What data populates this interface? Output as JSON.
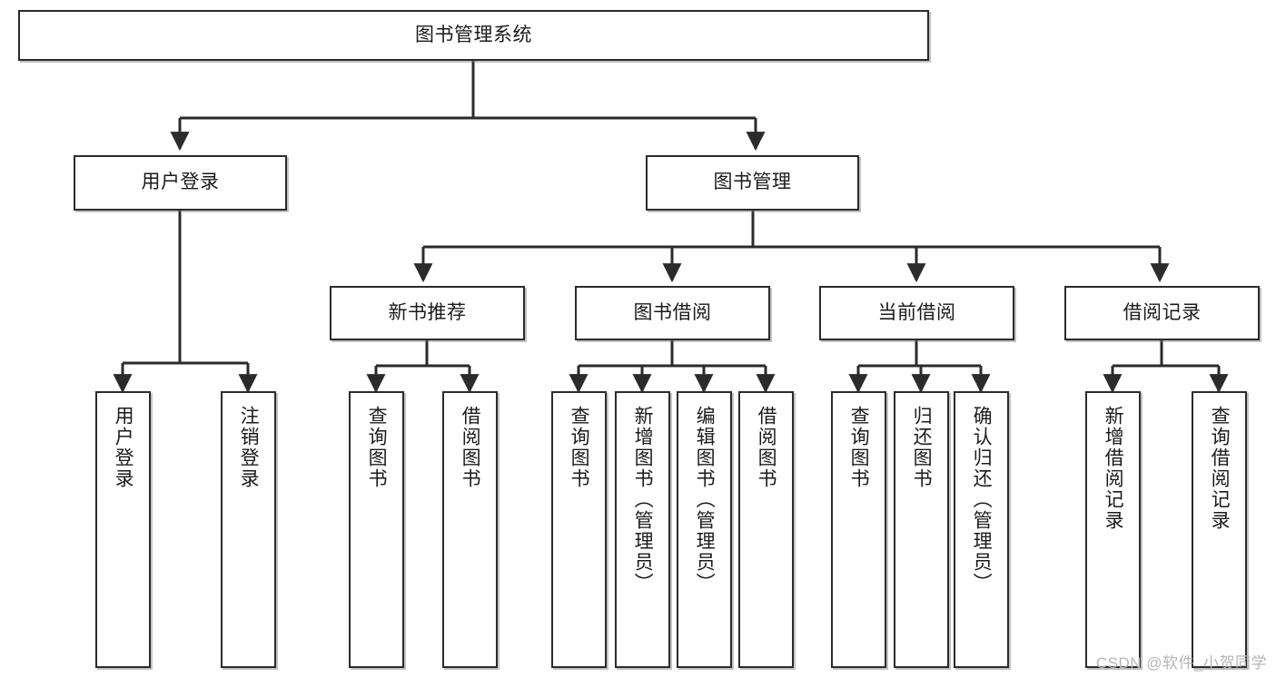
{
  "diagram": {
    "title": "图书管理系统",
    "type": "tree-hierarchy-diagram",
    "root": {
      "label": "图书管理系统"
    },
    "level2": [
      {
        "label": "用户登录"
      },
      {
        "label": "图书管理"
      }
    ],
    "level3": [
      {
        "label": "新书推荐"
      },
      {
        "label": "图书借阅"
      },
      {
        "label": "当前借阅"
      },
      {
        "label": "借阅记录"
      }
    ],
    "leaves": {
      "user_login": [
        {
          "label": "用户登录"
        },
        {
          "label": "注销登录"
        }
      ],
      "new_book_recommend": [
        {
          "label": "查询图书"
        },
        {
          "label": "借阅图书"
        }
      ],
      "book_borrow": [
        {
          "label": "查询图书"
        },
        {
          "label": "新增图书（管理员）"
        },
        {
          "label": "编辑图书（管理员）"
        },
        {
          "label": "借阅图书"
        }
      ],
      "current_borrow": [
        {
          "label": "查询图书"
        },
        {
          "label": "归还图书"
        },
        {
          "label": "确认归还（管理员）"
        }
      ],
      "borrow_record": [
        {
          "label": "新增借阅记录"
        },
        {
          "label": "查询借阅记录"
        }
      ]
    }
  },
  "watermark": {
    "text": "CSDN @软件_小贺同学"
  },
  "colors": {
    "box_border": "#2b2b2b",
    "box_fill": "#ffffff",
    "text": "#1b1b1b",
    "edge": "#2b2b2b",
    "watermark": "#b6b6b6"
  }
}
